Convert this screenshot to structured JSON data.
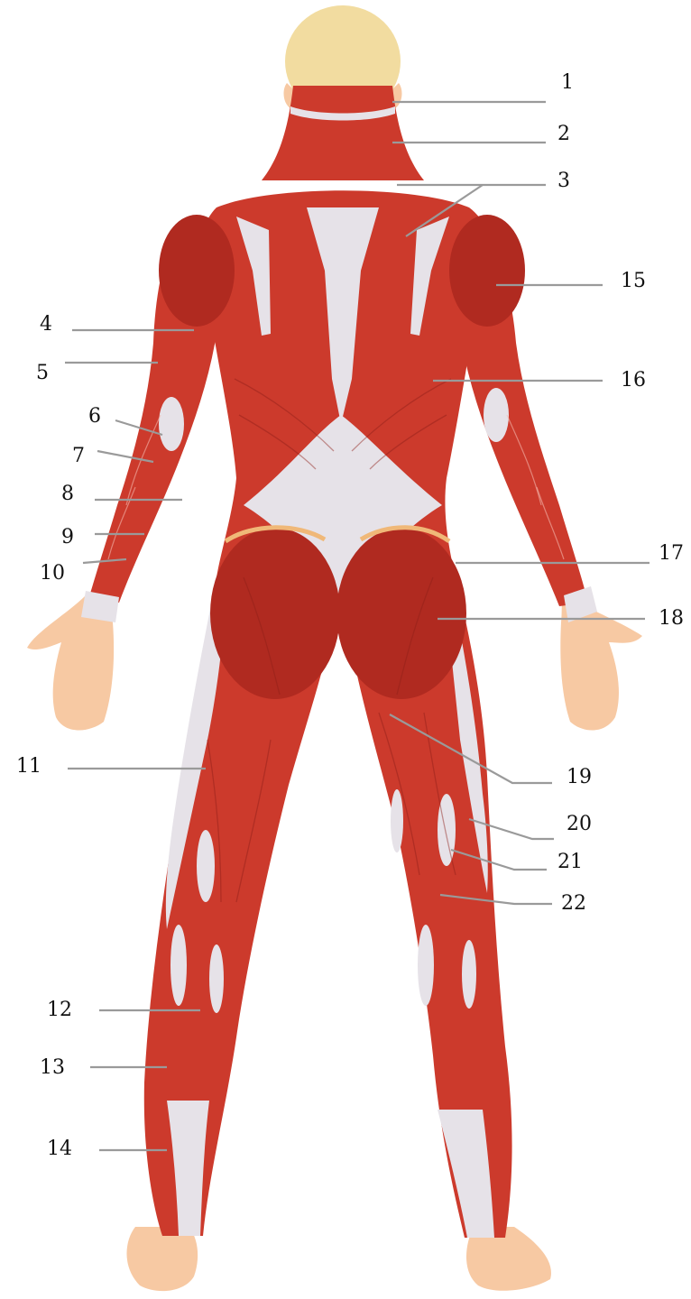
{
  "labels": [
    "1",
    "2",
    "3",
    "4",
    "5",
    "6",
    "7",
    "8",
    "9",
    "10",
    "11",
    "12",
    "13",
    "14",
    "15",
    "16",
    "17",
    "18",
    "19",
    "20",
    "21",
    "22"
  ],
  "colors": {
    "muscle": "#cc3a2c",
    "muscle_dark": "#b02a20",
    "tendon": "#e6e2e8",
    "skin": "#f7c9a3",
    "hair": "#f2dca0",
    "leader": "#9a9a9a",
    "text": "#111111"
  }
}
